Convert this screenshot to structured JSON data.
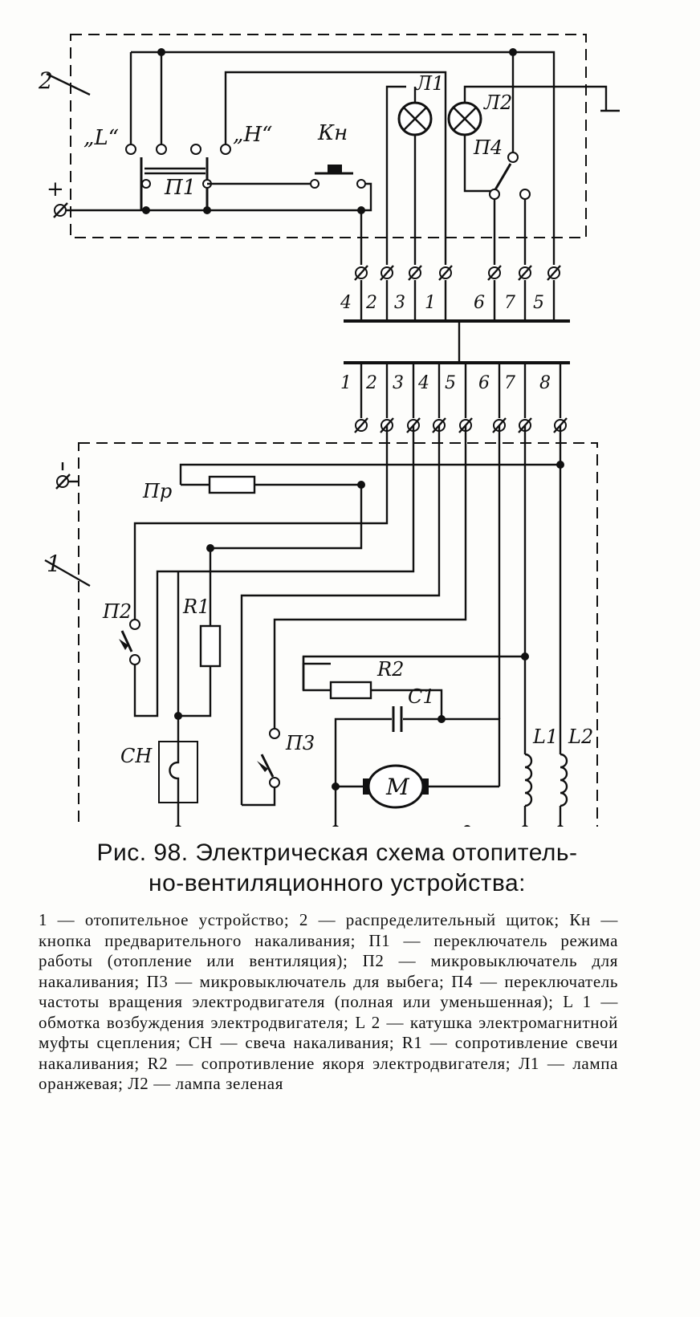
{
  "labels": {
    "distrib_num": "2",
    "heater_num": "1",
    "switch_L": "„L“",
    "switch_H": "„H“",
    "kn": "Кн",
    "p1": "П1",
    "l1_lamp": "Л1",
    "l2_lamp": "Л2",
    "p4": "П4",
    "plus": "+",
    "pr": "Пр",
    "p2": "П2",
    "r1": "R1",
    "r2": "R2",
    "c1": "C1",
    "sn": "СН",
    "p3": "П3",
    "motor": "M",
    "coil_l1": "L1",
    "coil_l2": "L2",
    "minus": "—"
  },
  "top_terminal_numbers": [
    "4",
    "2",
    "3",
    "1",
    "6",
    "7",
    "5"
  ],
  "bottom_terminal_numbers": [
    "1",
    "2",
    "3",
    "4",
    "5",
    "6",
    "7",
    "8"
  ],
  "caption": {
    "title_line1": "Рис. 98. Электрическая схема отопитель-",
    "title_line2": "но-вентиляционного устройства:",
    "legend": "1 — отопительное устройство; 2 — распределительный щиток; Кн — кнопка предварительного накаливания; П1 — переключатель режима работы (отопление или вентиляция); П2 — микровыключатель для накаливания; П3 — микровыключатель для выбега; П4 — переключатель частоты вращения электродвигателя (полная или уменьшенная); L 1 — обмотка возбуждения электродвигателя; L 2 — катушка электромагнитной муфты сцепления; СН — свеча накаливания; R1 — сопротивление свечи накаливания; R2 — сопротивление якоря электродвигателя; Л1 — лампа оранжевая; Л2 — лампа зеленая"
  }
}
